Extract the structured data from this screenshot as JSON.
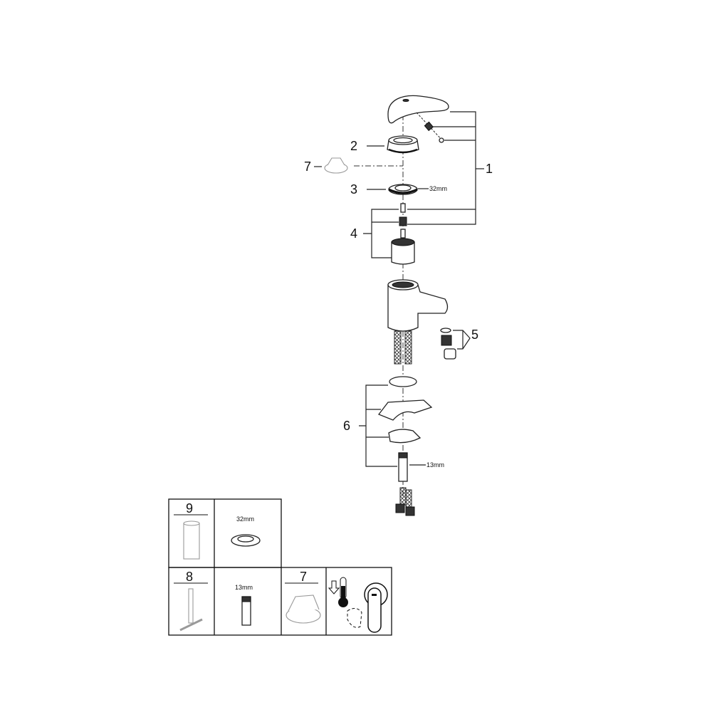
{
  "callouts": {
    "c1": "1",
    "c2": "2",
    "c3": "3",
    "c4": "4",
    "c5": "5",
    "c6": "6",
    "c7": "7"
  },
  "dimensions": {
    "nut_size": "32mm",
    "bolt_size": "13mm"
  },
  "tools_table": {
    "cell_9_label": "9",
    "cell_32_label": "32mm",
    "cell_8_label": "8",
    "cell_13_label": "13mm",
    "cell_7_label": "7"
  }
}
